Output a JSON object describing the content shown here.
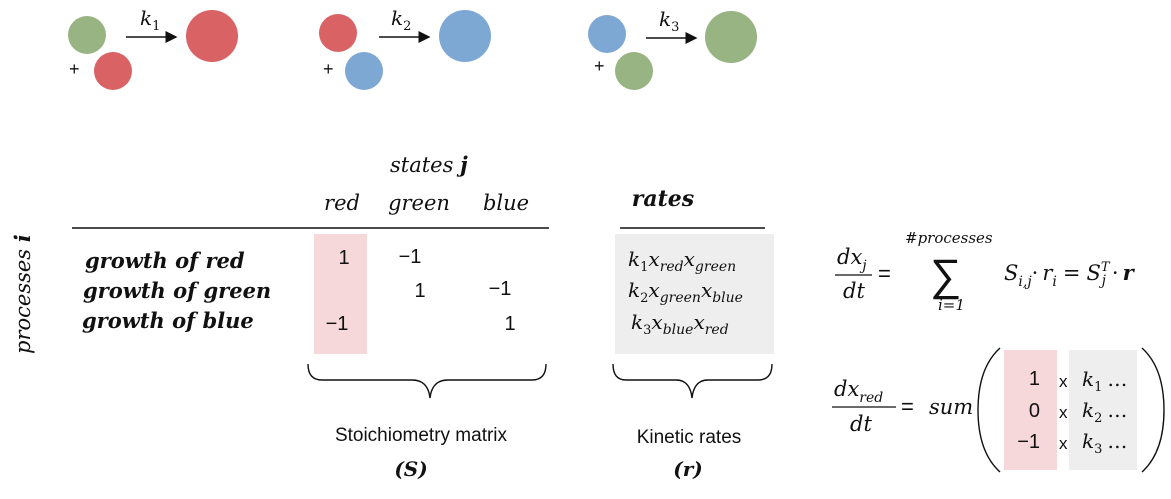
{
  "colors": {
    "red": "#D96264",
    "green": "#97B482",
    "blue": "#7EA8D4",
    "highlight_red": "#F6D8DA",
    "highlight_gray": "#EEEEEE",
    "ink": "#111111"
  },
  "reactions": [
    {
      "rate_label": "k",
      "rate_sub": "1",
      "plus": "+",
      "left_top": "green",
      "left_bottom": "red",
      "product": "red"
    },
    {
      "rate_label": "k",
      "rate_sub": "2",
      "plus": "+",
      "left_top": "red",
      "left_bottom": "blue",
      "product": "blue"
    },
    {
      "rate_label": "k",
      "rate_sub": "3",
      "plus": "+",
      "left_top": "blue",
      "left_bottom": "green",
      "product": "green"
    }
  ],
  "states_label": "states",
  "states_symbol": "j",
  "processes_label": "processes",
  "processes_symbol": "i",
  "columns": [
    "red",
    "green",
    "blue"
  ],
  "rows": [
    "growth of red",
    "growth of green",
    "growth of blue"
  ],
  "matrix": [
    [
      "1",
      "−1",
      ""
    ],
    [
      "",
      "1",
      "−1"
    ],
    [
      "−1",
      "",
      "1"
    ]
  ],
  "rates_header": "rates",
  "rates": [
    {
      "k": "k",
      "k_sub": "1",
      "x1": "x",
      "x1_sub": "red",
      "x2": "x",
      "x2_sub": "green"
    },
    {
      "k": "k",
      "k_sub": "2",
      "x1": "x",
      "x1_sub": "green",
      "x2": "x",
      "x2_sub": "blue"
    },
    {
      "k": "k",
      "k_sub": "3",
      "x1": "x",
      "x1_sub": "blue",
      "x2": "x",
      "x2_sub": "red"
    }
  ],
  "stoich_caption": "Stoichiometry matrix",
  "stoich_symbol": "(S)",
  "kinetic_caption": "Kinetic rates",
  "kinetic_symbol": "(r)",
  "equation1": {
    "lhs_num": "dx",
    "lhs_num_sub": "j",
    "lhs_den": "dt",
    "equals": "=",
    "sum_top": "#processes",
    "sum_bottom": "i=1",
    "sigma": "∑",
    "term": "S",
    "term_sub": "i,j",
    "dot": "·",
    "r": "r",
    "r_sub": "i",
    "equals2": "=",
    "rhs_S": "S",
    "rhs_sub": "j",
    "rhs_sup": "T",
    "rhs_dot": "·",
    "rhs_r": "r"
  },
  "equation2": {
    "lhs_num": "dx",
    "lhs_num_sub": "red",
    "lhs_den": "dt",
    "equals": "=",
    "sum": "sum",
    "column": [
      "1",
      "0",
      "−1"
    ],
    "times": "x",
    "ks": [
      {
        "k": "k",
        "sub": "1",
        "dots": "…"
      },
      {
        "k": "k",
        "sub": "2",
        "dots": "…"
      },
      {
        "k": "k",
        "sub": "3",
        "dots": "…"
      }
    ]
  }
}
